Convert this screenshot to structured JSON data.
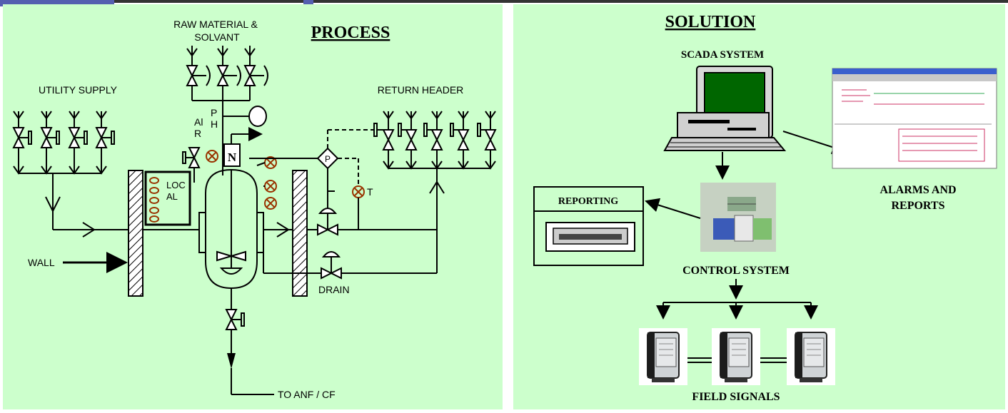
{
  "process": {
    "title": "PROCESS",
    "labels": {
      "raw_material_1": "RAW MATERIAL &",
      "raw_material_2": "SOLVANT",
      "utility_supply": "UTILITY SUPPLY",
      "return_header": "RETURN HEADER",
      "wall": "WALL",
      "drain": "DRAIN",
      "to_anf": "TO ANF / CF",
      "local_1": "LOC",
      "local_2": "AL",
      "al_1": "Al",
      "al_2": "R",
      "ph_1": "P",
      "ph_2": "H",
      "temp": "T",
      "level": "N",
      "pressure": "P"
    }
  },
  "solution": {
    "title": "SOLUTION",
    "scada": "SCADA SYSTEM",
    "alarms_1": "ALARMS AND",
    "alarms_2": "REPORTS",
    "reporting": "REPORTING",
    "control": "CONTROL SYSTEM",
    "field": "FIELD SIGNALS"
  },
  "colors": {
    "panel_bg": "#ccffcc",
    "sensor": "#993300",
    "screen": "#008000",
    "accent": "#555fb0"
  }
}
